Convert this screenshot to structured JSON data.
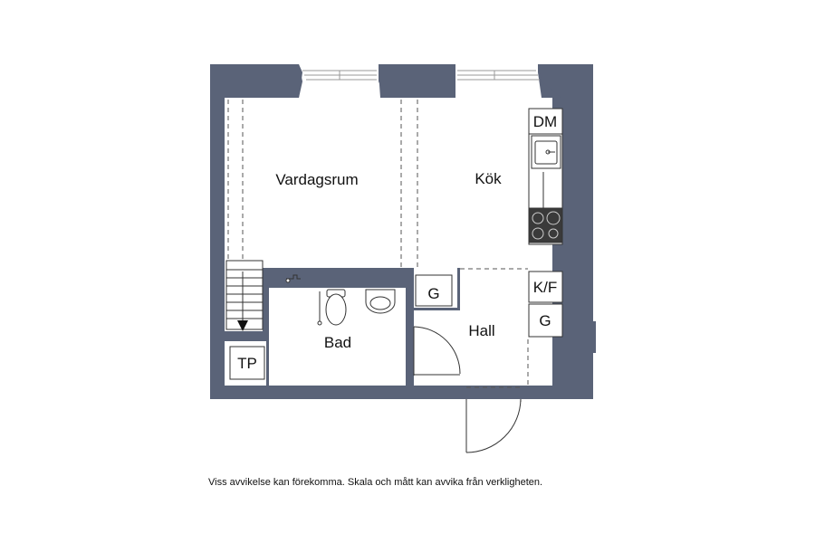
{
  "rooms": {
    "vardagsrum": "Vardagsrum",
    "kok": "Kök",
    "bad": "Bad",
    "hall": "Hall"
  },
  "fixtures": {
    "dm": "DM",
    "kf": "K/F",
    "g_hall": "G",
    "g_kitchen": "G",
    "tp": "TP"
  },
  "disclaimer": "Viss avvikelse kan förekomma. Skala och mått kan avvika från verkligheten.",
  "colors": {
    "wall": "#5a6378",
    "floor": "#ffffff",
    "line": "#333333",
    "stove": "#3a3a3a"
  }
}
